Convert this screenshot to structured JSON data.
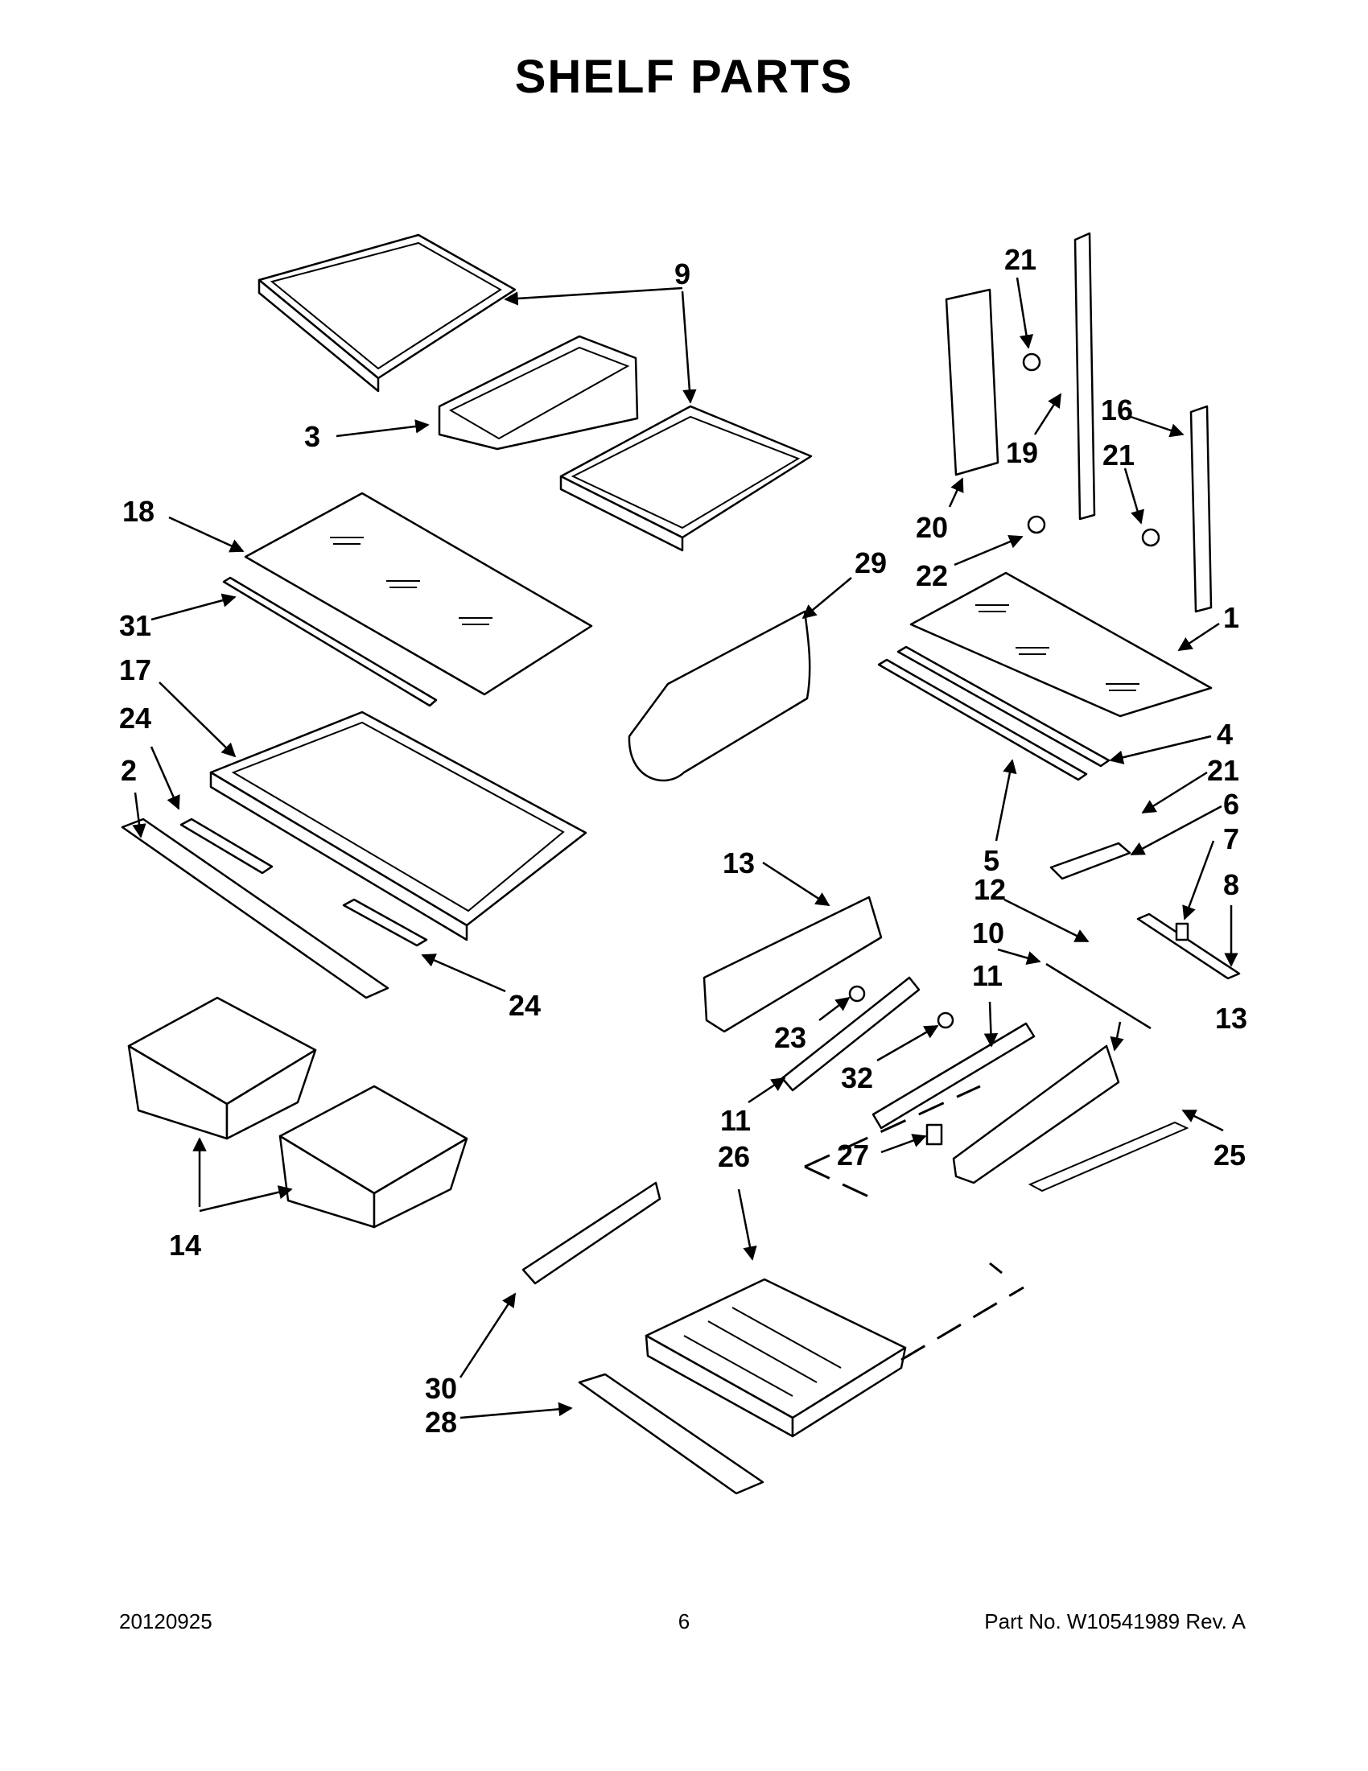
{
  "page": {
    "title": "SHELF PARTS"
  },
  "footer": {
    "date_code": "20120925",
    "page_number": "6",
    "part_number": "Part No.  W10541989  Rev.  A"
  },
  "callouts": [
    "1",
    "2",
    "3",
    "4",
    "5",
    "6",
    "7",
    "8",
    "9",
    "10",
    "11",
    "11",
    "12",
    "13",
    "13",
    "14",
    "16",
    "17",
    "18",
    "19",
    "20",
    "21",
    "21",
    "21",
    "22",
    "23",
    "24",
    "24",
    "25",
    "26",
    "27",
    "28",
    "29",
    "30",
    "31",
    "32"
  ]
}
